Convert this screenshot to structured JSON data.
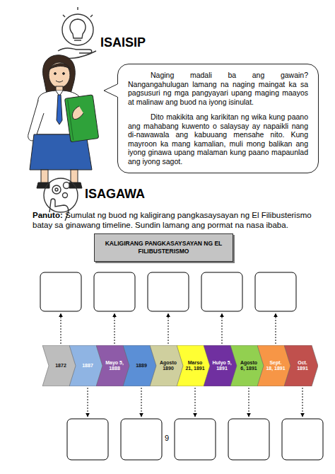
{
  "diagram": {
    "nodes": [
      {
        "text": [
          "Naging madali ba ang gawain? Nangangahulugan lamang na naging maingat ka sa pagsusuri ng mga pangyayari upang maging maayos at malinaw ang buod na iyong isinulat.",
          "Dito makikita ang karikitan ng wika kung paano ang mahabang kuwento o salaysay ay napaikli nang di-nawawala ang kabuuang mensahe nito. Kung mayroon ka mang kamalian, muli mong balikan ang iyong ginawa upang malaman kung paano mapaunlad ang iyong sagot."
        ]
      },
      {
        "text": [
          "KALIGIRANG PANGKASAYSAYAN NG EL FILIBUSTERISMO"
        ]
      },
      {
        "text": [
          "1872"
        ]
      },
      {
        "text": [
          "1887"
        ]
      },
      {
        "text": [
          "Mayo 5, 1888"
        ]
      },
      {
        "text": [
          "1889"
        ]
      },
      {
        "text": [
          "Agosto 1890"
        ]
      },
      {
        "text": [
          "Marso 21, 1891"
        ]
      },
      {
        "text": [
          "Hulyo 5, 1891"
        ]
      },
      {
        "text": [
          "Agosto 6, 1891"
        ]
      },
      {
        "text": [
          "Sept. 18, 1891"
        ]
      },
      {
        "text": [
          "Oct. 1891"
        ]
      }
    ],
    "labels": [
      "ISAISIP",
      "ISAGAWA",
      "Panuto:",
      "Sumulat ng buod ng kaligirang pangkasaysayan ng El Filibusterismo batay sa ginawang timeline. Sundin lamang ang pormat na nasa ibaba.",
      "9"
    ]
  }
}
